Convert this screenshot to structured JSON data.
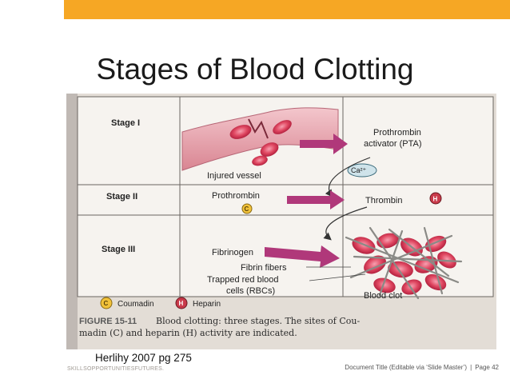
{
  "slide": {
    "title": "Stages of Blood Clotting",
    "citation": "Herlihy 2007 pg 275",
    "footer_logo": "SKILLSOPPORTUNITIESFUTURES.",
    "footer_doc": "Document Title (Editable via ‘Slide Master’)",
    "footer_page": "Page 42",
    "accent_color": "#f6a724"
  },
  "figure": {
    "stages": [
      "Stage I",
      "Stage II",
      "Stage III"
    ],
    "injured_vessel": "Injured vessel",
    "pta_line1": "Prothrombin",
    "pta_line2": "activator (PTA)",
    "calcium": "Ca²⁺",
    "prothrombin": "Prothrombin",
    "thrombin": "Thrombin",
    "fibrinogen": "Fibrinogen",
    "fibrin_fibers": "Fibrin fibers",
    "trapped_line1": "Trapped red blood",
    "trapped_line2": "cells (RBCs)",
    "blood_clot": "Blood clot",
    "c_mark": "C",
    "h_mark": "H",
    "legend_coumadin": "Coumadin",
    "legend_heparin": "Heparin",
    "caption_label": "FIGURE 15-11",
    "caption_line1": "Blood clotting: three stages. The sites of Cou-",
    "caption_line2": "madin (C) and heparin (H) activity are indicated.",
    "colors": {
      "arrow": "#b0387a",
      "rbc": "#d83a56",
      "coumadin": "#f2c23a",
      "heparin": "#c93a4a"
    }
  }
}
